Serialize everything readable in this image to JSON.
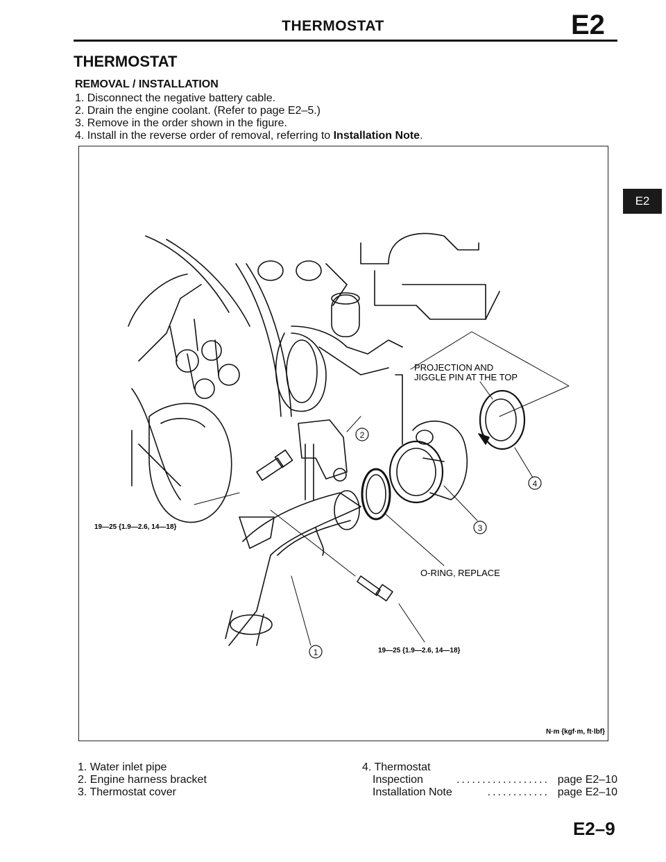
{
  "header": {
    "title": "THERMOSTAT",
    "code": "E2"
  },
  "section_title": "THERMOSTAT",
  "subsection_title": "REMOVAL / INSTALLATION",
  "steps": [
    {
      "text": "1. Disconnect the negative battery cable."
    },
    {
      "text": "2. Drain the engine coolant. (Refer to page E2–5.)"
    },
    {
      "text": "3. Remove in the order shown in the figure."
    },
    {
      "text": "4. Install in the reverse order of removal, referring to ",
      "bold": "Installation Note",
      "tail": "."
    }
  ],
  "side_tab": "E2",
  "figure": {
    "label_projection_1": "PROJECTION AND",
    "label_projection_2": "JIGGLE PIN AT THE TOP",
    "label_oring": "O-RING, REPLACE",
    "torque_1": "19—25 {1.9—2.6, 14—18}",
    "torque_2": "19—25 {1.9—2.6, 14—18}",
    "units": "N·m {kgf·m, ft·lbf}",
    "callout_1": "1",
    "callout_2": "2",
    "callout_3": "3",
    "callout_4": "4"
  },
  "legend_left": [
    "1. Water inlet pipe",
    "2. Engine harness bracket",
    "3. Thermostat cover"
  ],
  "legend_right": {
    "item": "4. Thermostat",
    "subs": [
      {
        "label": "Inspection",
        "dots": "..................",
        "page": "page E2–10"
      },
      {
        "label": "Installation Note",
        "dots": "............",
        "page": "page E2–10"
      }
    ]
  },
  "footer_page": "E2–9"
}
